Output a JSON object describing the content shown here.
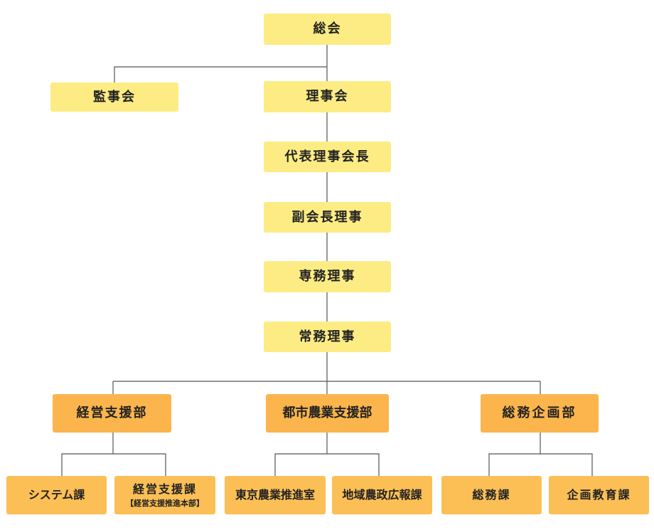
{
  "org_chart": {
    "colors": {
      "executive_box": "#fcec83",
      "department_box": "#fbb54c",
      "section_box": "#fcbf55",
      "connector_line": "#555555"
    },
    "general_meeting": "総会",
    "auditors": "監事会",
    "board": "理事会",
    "representative_chairman": "代表理事会長",
    "vice_chairman": "副会長理事",
    "senior_managing_director": "専務理事",
    "managing_director": "常務理事",
    "departments": [
      {
        "name": "経営支援部",
        "sections": [
          {
            "name": "システム課",
            "note": ""
          },
          {
            "name": "経営支援課",
            "note": "【経営支援推進本部】"
          }
        ]
      },
      {
        "name": "都市農業支援部",
        "sections": [
          {
            "name": "東京農業推進室",
            "note": ""
          },
          {
            "name": "地域農政広報課",
            "note": ""
          }
        ]
      },
      {
        "name": "総務企画部",
        "sections": [
          {
            "name": "総務課",
            "note": ""
          },
          {
            "name": "企画教育課",
            "note": ""
          }
        ]
      }
    ]
  }
}
